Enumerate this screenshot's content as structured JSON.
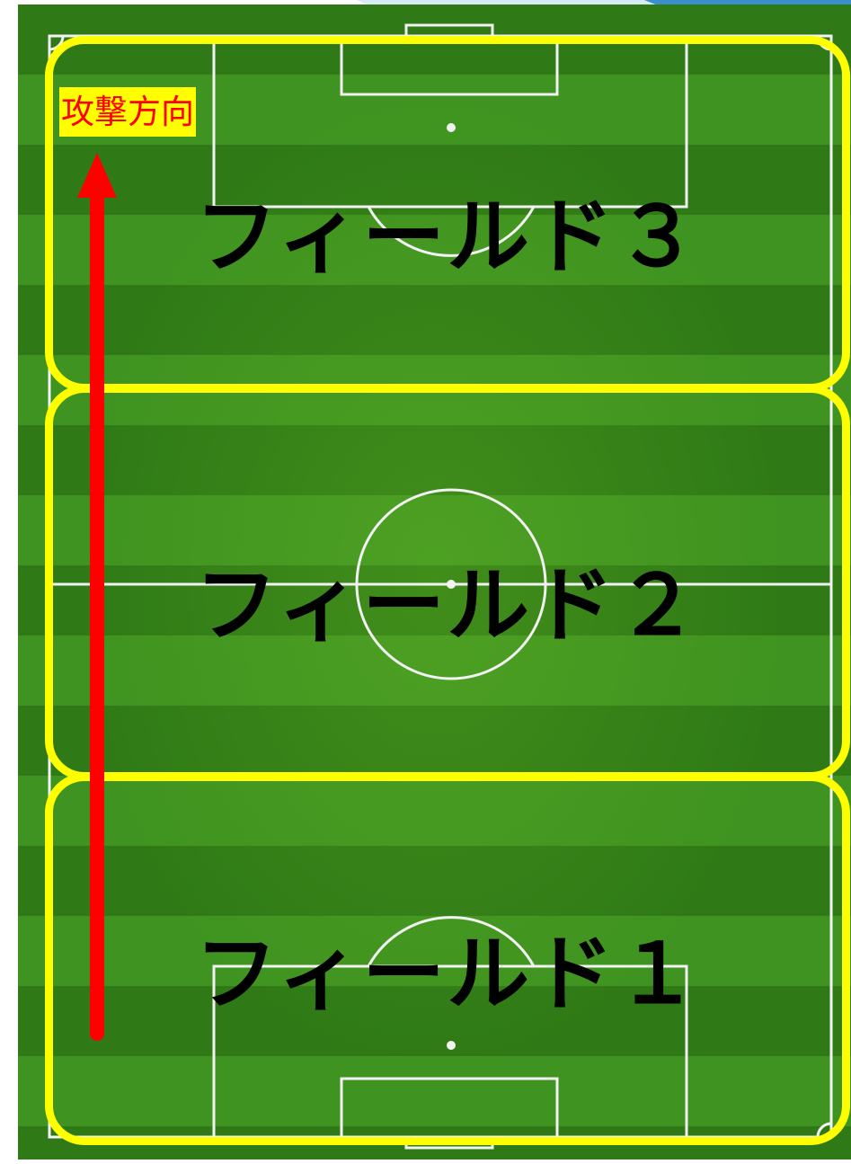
{
  "direction_label": "攻撃方向",
  "zones": [
    {
      "id": "field-3",
      "label": "フィールド３"
    },
    {
      "id": "field-2",
      "label": "フィールド２"
    },
    {
      "id": "field-1",
      "label": "フィールド１"
    }
  ],
  "colors": {
    "zone_border": "#ffff00",
    "arrow": "#ff0000",
    "label_text": "#000000",
    "direction_bg": "#ffff00",
    "pitch_dark": "#2f7a16",
    "pitch_light": "#3f9320",
    "pitch_lines": "#ffffff"
  }
}
